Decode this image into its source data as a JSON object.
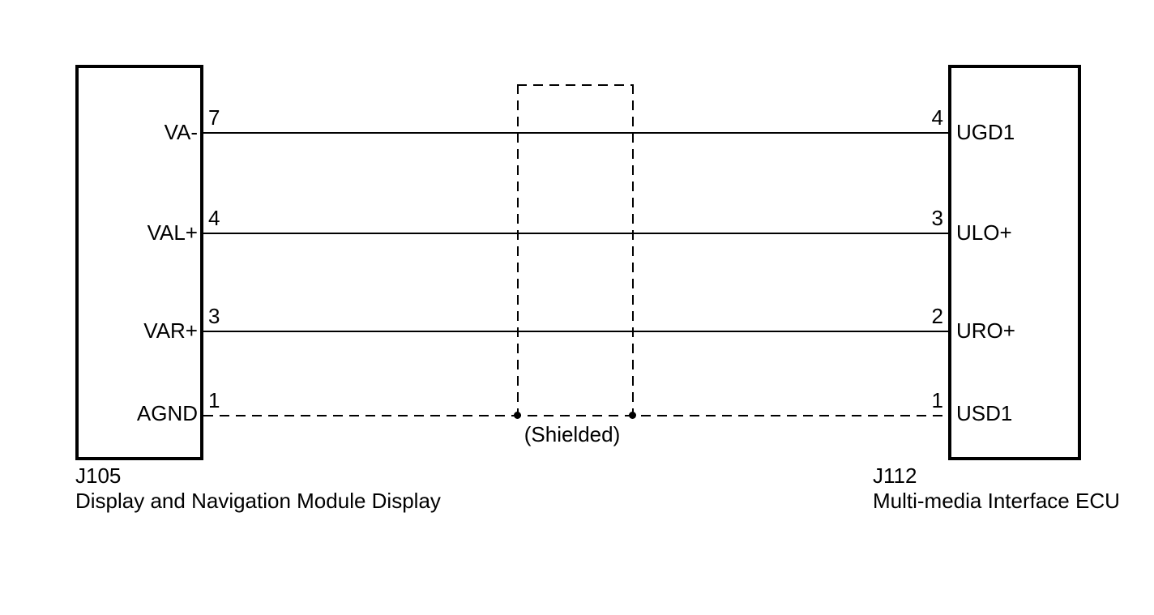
{
  "diagram": {
    "type": "wiring-diagram",
    "shield_label": "(Shielded)",
    "colors": {
      "line": "#000000",
      "background": "#ffffff",
      "text": "#000000"
    },
    "left_connector": {
      "id": "J105",
      "name": "Display and Navigation Module Display",
      "pins": [
        {
          "number": "7",
          "label": "VA-"
        },
        {
          "number": "4",
          "label": "VAL+"
        },
        {
          "number": "3",
          "label": "VAR+"
        },
        {
          "number": "1",
          "label": "AGND"
        }
      ]
    },
    "right_connector": {
      "id": "J112",
      "name": "Multi-media Interface ECU",
      "pins": [
        {
          "number": "4",
          "label": "UGD1"
        },
        {
          "number": "3",
          "label": "ULO+"
        },
        {
          "number": "2",
          "label": "URO+"
        },
        {
          "number": "1",
          "label": "USD1"
        }
      ]
    },
    "wires": [
      {
        "left_pin": "7",
        "right_pin": "4",
        "style": "solid",
        "inside_shield": true
      },
      {
        "left_pin": "4",
        "right_pin": "3",
        "style": "solid",
        "inside_shield": true
      },
      {
        "left_pin": "3",
        "right_pin": "2",
        "style": "solid",
        "inside_shield": true
      },
      {
        "left_pin": "1",
        "right_pin": "1",
        "style": "dashed",
        "is_shield_drain": true
      }
    ]
  }
}
